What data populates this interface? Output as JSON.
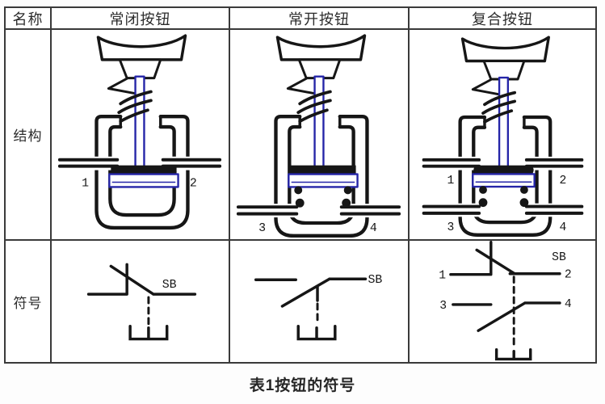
{
  "caption": "表1按钮的符号",
  "table": {
    "header": {
      "name_label": "名称",
      "columns": [
        "常闭按钮",
        "常开按钮",
        "复合按钮"
      ]
    },
    "row_labels": {
      "structure": "结构",
      "symbol": "符号"
    },
    "structures": [
      {
        "type": "normally-closed",
        "terminals": {
          "t1": "1",
          "t2": "2"
        }
      },
      {
        "type": "normally-open",
        "terminals": {
          "t3": "3",
          "t4": "4"
        }
      },
      {
        "type": "compound",
        "terminals": {
          "t1": "1",
          "t2": "2",
          "t3": "3",
          "t4": "4"
        }
      }
    ],
    "symbols": [
      {
        "type": "nc-contact",
        "device_label": "SB"
      },
      {
        "type": "no-contact",
        "device_label": "SB"
      },
      {
        "type": "compound-contact",
        "device_label": "SB",
        "terminals": {
          "t1": "1",
          "t2": "2",
          "t3": "3",
          "t4": "4"
        }
      }
    ]
  },
  "colors": {
    "line": "#161616",
    "accent_blue": "#2525a8",
    "border": "#3a3a3a"
  }
}
